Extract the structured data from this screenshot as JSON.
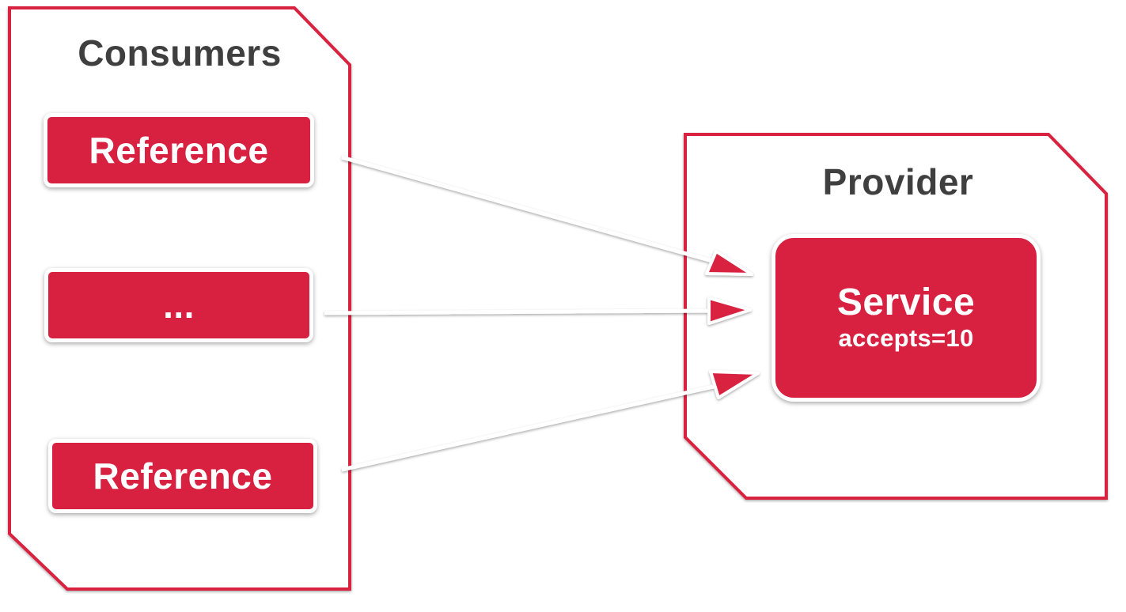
{
  "consumers": {
    "title": "Consumers",
    "items": [
      {
        "label": "Reference"
      },
      {
        "label": "..."
      },
      {
        "label": "Reference"
      }
    ]
  },
  "provider": {
    "title": "Provider",
    "service": {
      "label": "Service",
      "detail": "accepts=10"
    }
  },
  "colors": {
    "accent": "#d82140",
    "frame": "#d82140",
    "heading": "#3f3f3f",
    "background": "#ffffff"
  }
}
